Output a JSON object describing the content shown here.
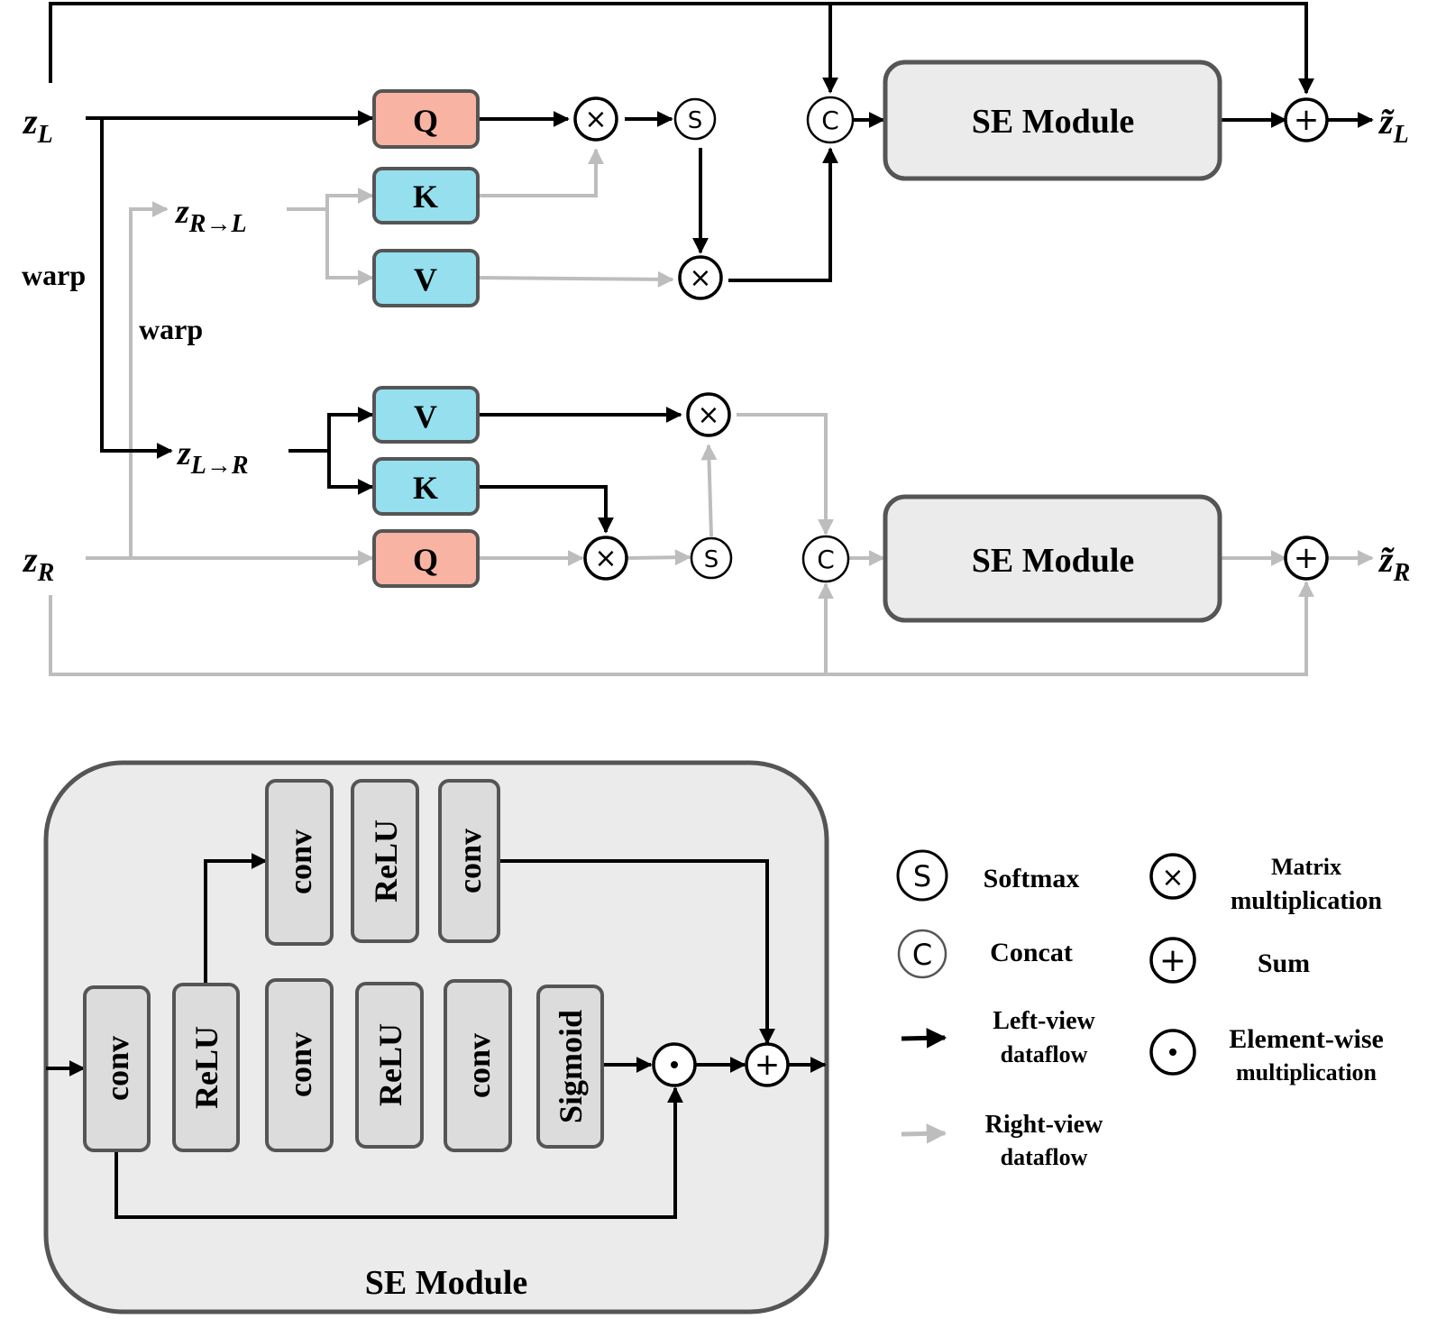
{
  "colors": {
    "left_flow": "#000000",
    "right_flow": "#bdbdbd",
    "query_fill": "#f9b3a2",
    "key_value_fill": "#95dfee",
    "module_fill": "#ebebeb",
    "block_fill": "#dcdcdc",
    "border": "#555555"
  },
  "symbols": {
    "softmax": "S",
    "concat": "C",
    "matmul": "×",
    "sum": "+",
    "elementwise": "·"
  },
  "top": {
    "inputs": {
      "z_left": {
        "base": "z",
        "sub": "L"
      },
      "z_right": {
        "base": "z",
        "sub": "R"
      },
      "z_r_to_l": {
        "base": "z",
        "sub": "R→L"
      },
      "z_l_to_r": {
        "base": "z",
        "sub": "L→R"
      }
    },
    "warp_left": "warp",
    "warp_right": "warp",
    "q_label": "Q",
    "k_label": "K",
    "v_label": "V",
    "se_module_label": "SE Module",
    "outputs": {
      "z_left_out": {
        "base": "z̃",
        "sub": "L"
      },
      "z_right_out": {
        "base": "z̃",
        "sub": "R"
      }
    }
  },
  "se_detail": {
    "title": "SE Module",
    "branch_blocks": [
      "conv",
      "ReLU",
      "conv"
    ],
    "main_blocks": [
      "conv",
      "ReLU",
      "conv",
      "ReLU",
      "conv",
      "Sigmoid"
    ]
  },
  "legend": {
    "softmax": "Softmax",
    "concat": "Concat",
    "left_view_line1": "Left-view",
    "left_view_line2": "dataflow",
    "right_view_line1": "Right-view",
    "right_view_line2": "dataflow",
    "matrix_line1": "Matrix",
    "matrix_line2": "multiplication",
    "sum": "Sum",
    "elementwise_line1": "Element-wise",
    "elementwise_line2": "multiplication"
  }
}
